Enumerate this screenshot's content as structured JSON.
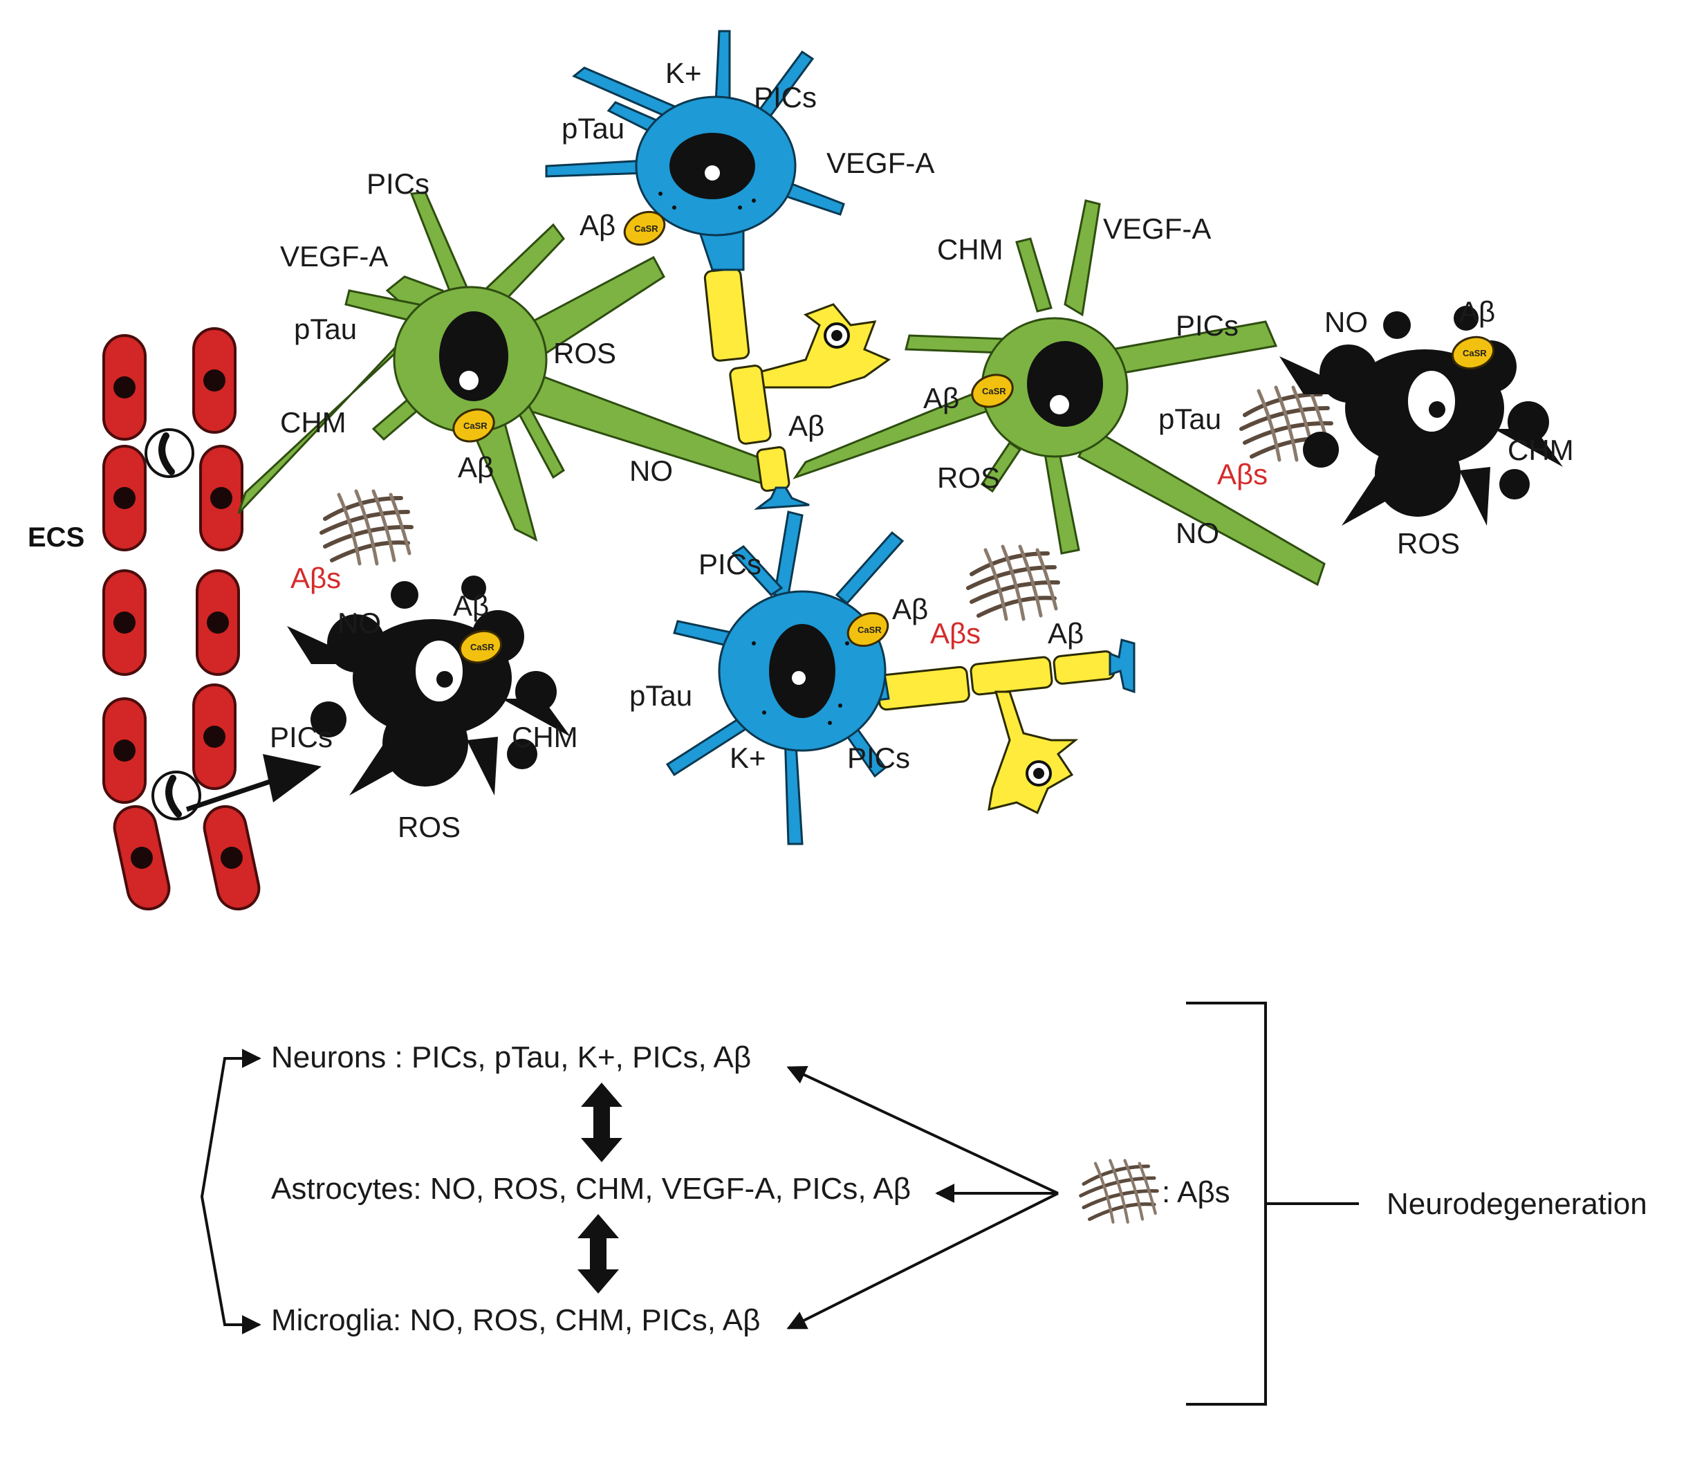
{
  "colors": {
    "neuron": "#1e9ad6",
    "astrocyte": "#7cb342",
    "microglia": "#111111",
    "oligodendrocyte": "#ffeb3b",
    "blood_cell": "#d32626",
    "abeta_highlight": "#d52b2b",
    "casr": "#f2c10f"
  },
  "icons": [
    "red-blood-cell-icon",
    "casr-receptor-icon",
    "amyloid-fibril-mesh-icon",
    "neuron-cell-icon",
    "astrocyte-cell-icon",
    "microglia-cell-icon",
    "oligodendrocyte-cell-icon"
  ],
  "casr_text": "CaSR",
  "ecs_label": "ECS",
  "neuron_top": {
    "k": "K+",
    "pics": "PICs",
    "ptau": "pTau",
    "vegf": "VEGF-A",
    "abeta": "Aβ"
  },
  "astro_left": {
    "pics": "PICs",
    "vegf": "VEGF-A",
    "ptau": "pTau",
    "ros": "ROS",
    "chm": "CHM",
    "abeta": "Aβ",
    "no": "NO"
  },
  "axon_label": "Aβ",
  "astro_right": {
    "chm": "CHM",
    "vegf": "VEGF-A",
    "pics": "PICs",
    "abeta": "Aβ",
    "ptau": "pTau",
    "ros": "ROS",
    "no": "NO"
  },
  "micro_right": {
    "no": "NO",
    "abeta": "Aβ",
    "chm": "CHM",
    "ros": "ROS",
    "abetas": "Aβs"
  },
  "micro_left": {
    "no": "NO",
    "abeta": "Aβ",
    "chm": "CHM",
    "pics": "PICs",
    "ros": "ROS",
    "abetas": "Aβs"
  },
  "neuron_bottom": {
    "pics_top": "PICs",
    "abeta": "Aβ",
    "abetas": "Aβs",
    "abeta_axon": "Aβ",
    "ptau": "pTau",
    "k": "K+",
    "pics_bottom": "PICs"
  },
  "legend": {
    "neurons": "Neurons : PICs, pTau, K+, PICs, Aβ",
    "astrocytes": "Astrocytes: NO, ROS, CHM, VEGF-A, PICs, Aβ",
    "microglia": "Microglia: NO, ROS, CHM, PICs, Aβ",
    "abetas": ": Aβs",
    "outcome": "Neurodegeneration"
  }
}
